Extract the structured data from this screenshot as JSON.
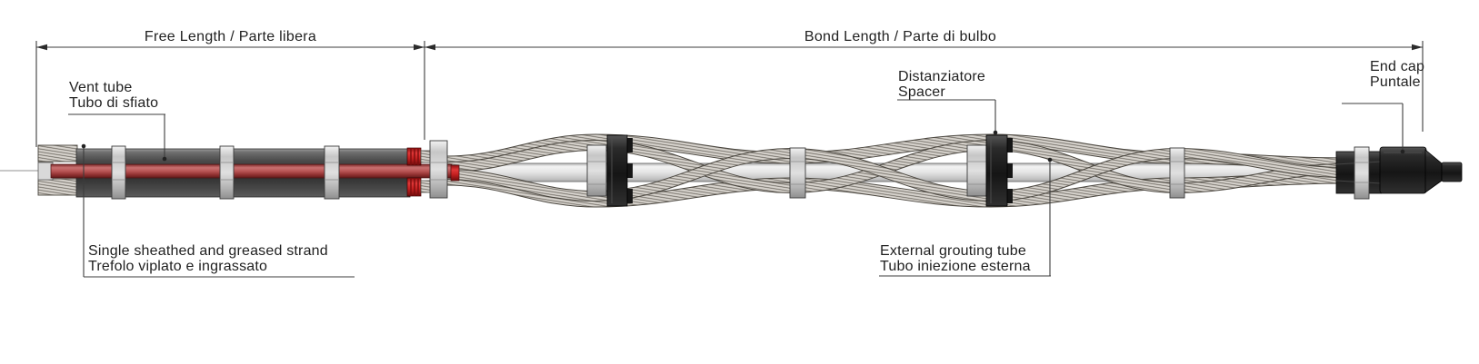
{
  "diagram": {
    "type": "technical-drawing-ground-anchor",
    "dimensions": {
      "free_length": {
        "label": "Free Length / Parte libera"
      },
      "bond_length": {
        "label": "Bond Length / Parte di bulbo"
      }
    },
    "callouts": {
      "vent_tube": {
        "line1": "Vent tube",
        "line2": "Tubo di sfiato"
      },
      "spacer": {
        "line1": "Distanziatore",
        "line2": "Spacer"
      },
      "end_cap": {
        "line1": "End cap",
        "line2": "Puntale"
      },
      "sheathed_strand": {
        "line1": "Single sheathed and greased strand",
        "line2": "Trefolo viplato e ingrassato"
      },
      "grouting_tube": {
        "line1": "External grouting tube",
        "line2": "Tubo iniezione esterna"
      }
    },
    "colors": {
      "sheath_gray": "#474747",
      "vent_tube_red": "#b85555",
      "seal_cap_red": "#c42020",
      "collar_gray": "#c9c9c9",
      "strand_gray": "#d7d3cd",
      "spacer_black": "#1d1d1d",
      "grout_tube_white": "#e4e4e4",
      "drawing_line": "#3c3c3c"
    }
  }
}
